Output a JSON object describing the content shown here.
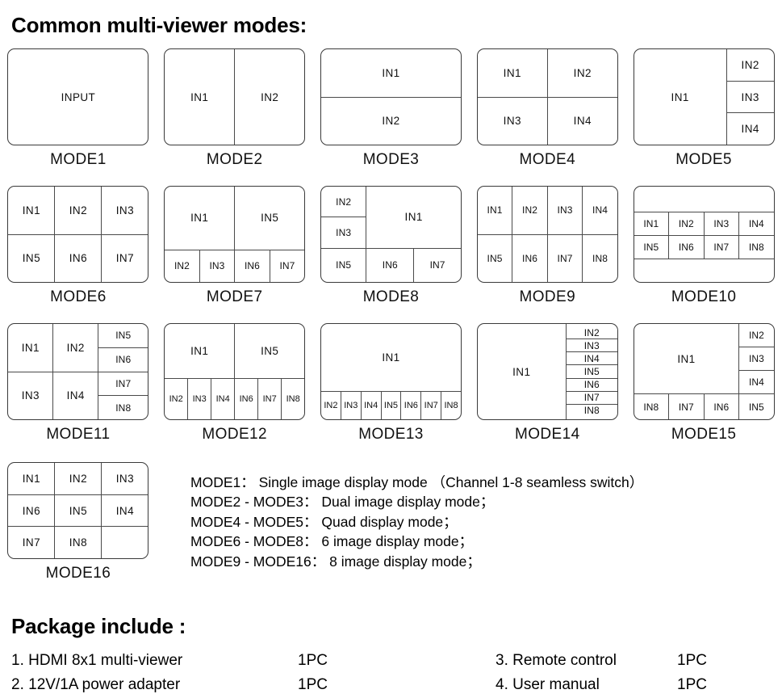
{
  "headings": {
    "common_modes": "Common multi-viewer modes:",
    "package_include": "Package include :"
  },
  "modes": [
    {
      "label": "MODE1",
      "cells": [
        "INPUT"
      ]
    },
    {
      "label": "MODE2",
      "cells": [
        "IN1",
        "IN2"
      ]
    },
    {
      "label": "MODE3",
      "cells": [
        "IN1",
        "IN2"
      ]
    },
    {
      "label": "MODE4",
      "cells": [
        "IN1",
        "IN2",
        "IN3",
        "IN4"
      ]
    },
    {
      "label": "MODE5",
      "cells": [
        "IN1",
        "IN2",
        "IN3",
        "IN4"
      ]
    },
    {
      "label": "MODE6",
      "cells": [
        "IN1",
        "IN2",
        "IN3",
        "IN5",
        "IN6",
        "IN7"
      ]
    },
    {
      "label": "MODE7",
      "cells": [
        "IN1",
        "IN5",
        "IN2",
        "IN3",
        "IN6",
        "IN7"
      ]
    },
    {
      "label": "MODE8",
      "cells": [
        "IN2",
        "IN3",
        "IN1",
        "IN5",
        "IN6",
        "IN7"
      ]
    },
    {
      "label": "MODE9",
      "cells": [
        "IN1",
        "IN2",
        "IN3",
        "IN4",
        "IN5",
        "IN6",
        "IN7",
        "IN8"
      ]
    },
    {
      "label": "MODE10",
      "cells": [
        "IN1",
        "IN2",
        "IN3",
        "IN4",
        "IN5",
        "IN6",
        "IN7",
        "IN8"
      ]
    },
    {
      "label": "MODE11",
      "cells": [
        "IN1",
        "IN2",
        "IN5",
        "IN6",
        "IN3",
        "IN4",
        "IN7",
        "IN8"
      ]
    },
    {
      "label": "MODE12",
      "cells": [
        "IN1",
        "IN5",
        "IN2",
        "IN3",
        "IN4",
        "IN6",
        "IN7",
        "IN8"
      ]
    },
    {
      "label": "MODE13",
      "cells": [
        "IN1",
        "IN2",
        "IN3",
        "IN4",
        "IN5",
        "IN6",
        "IN7",
        "IN8"
      ]
    },
    {
      "label": "MODE14",
      "cells": [
        "IN1",
        "IN2",
        "IN3",
        "IN4",
        "IN5",
        "IN6",
        "IN7",
        "IN8"
      ]
    },
    {
      "label": "MODE15",
      "cells": [
        "IN1",
        "IN2",
        "IN3",
        "IN4",
        "IN8",
        "IN7",
        "IN6",
        "IN5"
      ]
    },
    {
      "label": "MODE16",
      "cells": [
        "IN1",
        "IN2",
        "IN3",
        "IN6",
        "IN5",
        "IN4",
        "IN7",
        "IN8",
        ""
      ]
    }
  ],
  "mode_descriptions": [
    "MODE1： Single image display mode （Channel 1-8 seamless switch）",
    "MODE2 - MODE3： Dual image display mode；",
    "MODE4 - MODE5： Quad display mode；",
    "MODE6 - MODE8： 6 image display mode；",
    "MODE9 - MODE16： 8 image display mode；"
  ],
  "package_items": [
    {
      "left_name": "1. HDMI 8x1 multi-viewer",
      "left_qty": "1PC",
      "right_name": "3. Remote control",
      "right_qty": "1PC"
    },
    {
      "left_name": "2. 12V/1A power adapter",
      "left_qty": "1PC",
      "right_name": "4. User manual",
      "right_qty": "1PC"
    }
  ],
  "colors": {
    "box_border": "#3a3a3a",
    "divider": "#4a4a4a",
    "text": "#000000",
    "background": "#ffffff"
  }
}
